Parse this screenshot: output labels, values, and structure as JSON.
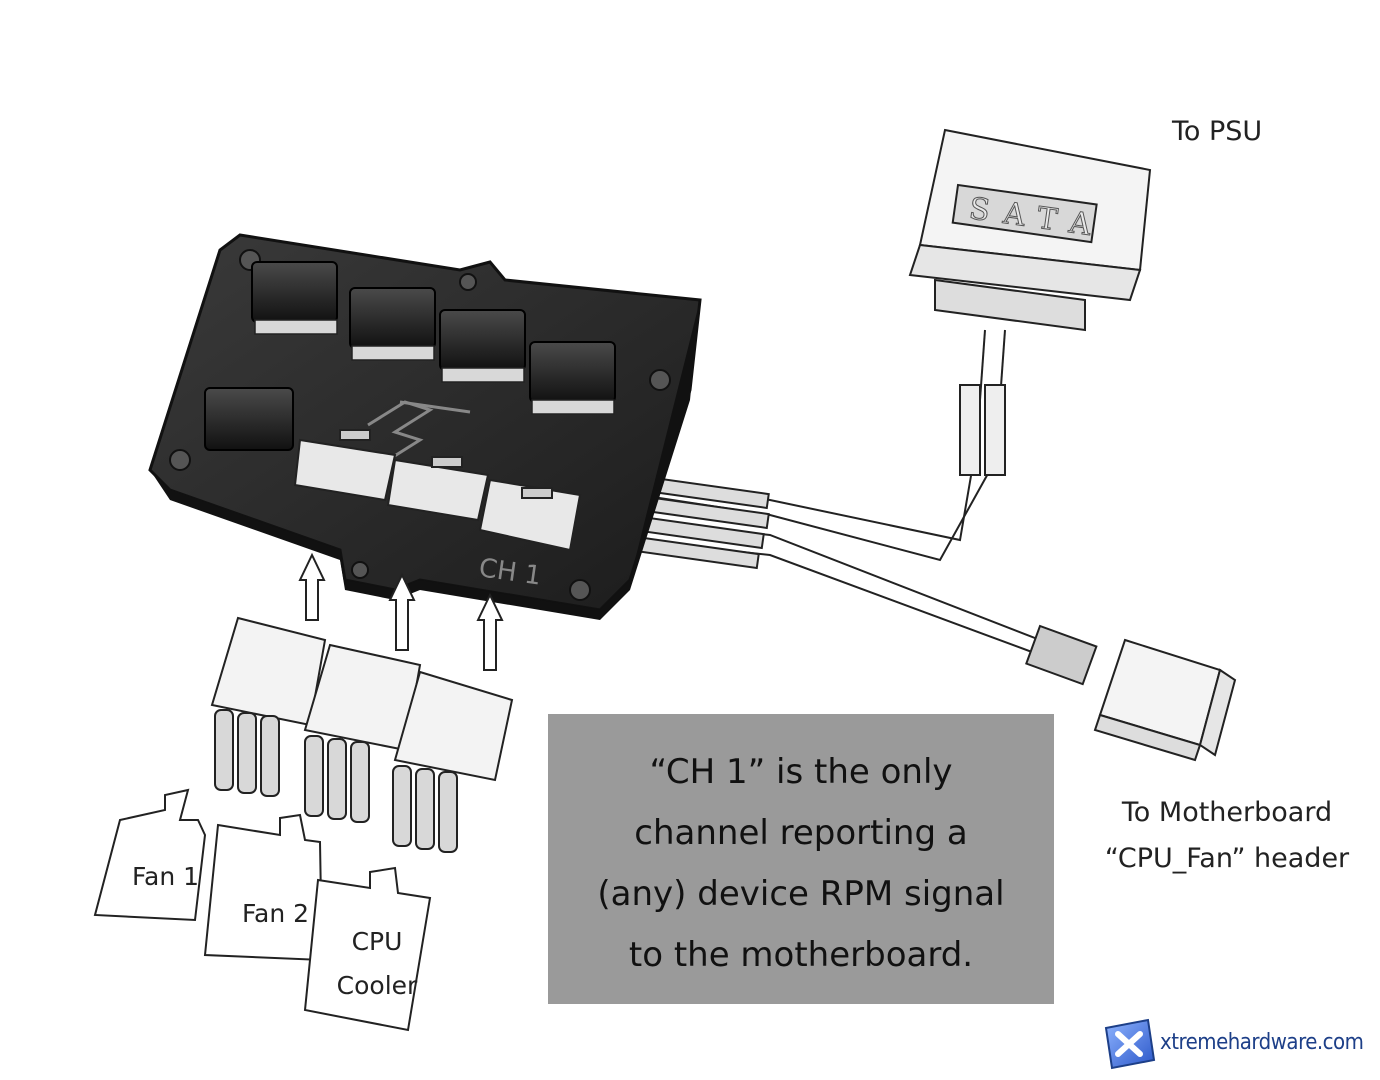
{
  "labels": {
    "psu": "To PSU",
    "motherboard_line1": "To Motherboard",
    "motherboard_line2": "“CPU_Fan” header",
    "channel": "CH 1",
    "sata": "SATA"
  },
  "callout": {
    "lines": [
      "“CH 1” is the only",
      "channel reporting a",
      "(any) device RPM signal",
      "to the motherboard."
    ]
  },
  "connectors": {
    "fan1": "Fan 1",
    "fan2": "Fan 2",
    "cpu_line1": "CPU",
    "cpu_line2": "Cooler"
  },
  "watermark": {
    "text": "xtremehardware.com"
  },
  "colors": {
    "hub_body": "#2b2b2b",
    "callout_bg": "#9a9a9a",
    "watermark_blue": "#1d3f88"
  }
}
